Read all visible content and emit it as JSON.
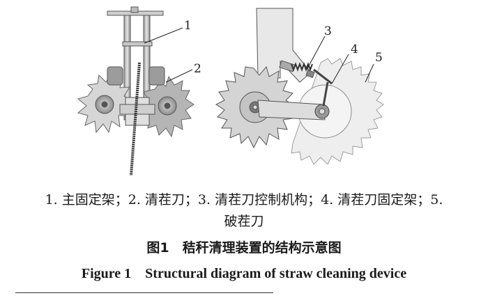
{
  "callouts": [
    {
      "num": "1"
    },
    {
      "num": "2"
    },
    {
      "num": "3"
    },
    {
      "num": "4"
    },
    {
      "num": "5"
    }
  ],
  "legend": {
    "line1": "1. 主固定架；2. 清茬刀；3. 清茬刀控制机构；4. 清茬刀固定架；5.",
    "line2": "破茬刀"
  },
  "caption": {
    "cn": "图1　秸秆清理装置的结构示意图",
    "en": "Figure 1　Structural diagram of straw cleaning device"
  }
}
